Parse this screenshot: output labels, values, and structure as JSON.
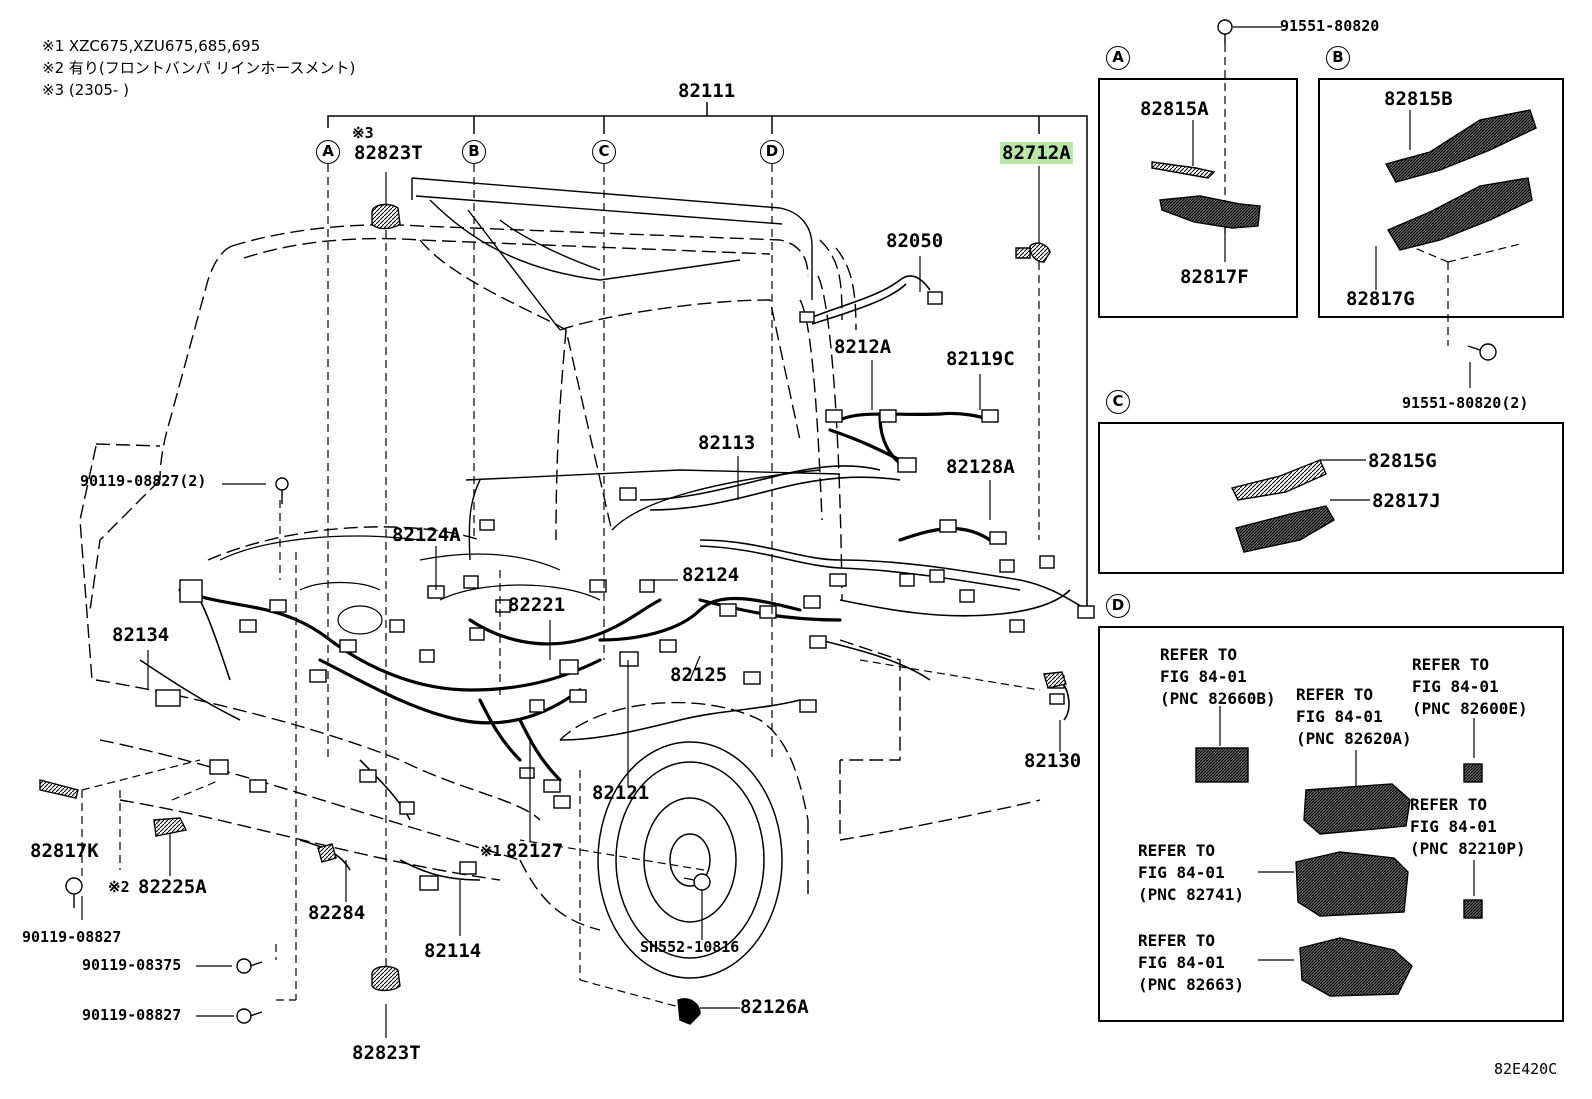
{
  "notes": [
    "※1 XZC675,XZU675,685,695",
    "※2 有り(フロントバンパ リインホースメント)",
    "※3 (2305-    )"
  ],
  "section_markers": [
    "A",
    "B",
    "C",
    "D"
  ],
  "main_assembly": "82111",
  "highlight_color": "#b9e8a6",
  "parts": {
    "p82823T_top": "82823T",
    "p82823T_bottom": "82823T",
    "p82712A": "82712A",
    "p82050": "82050",
    "p8212A": "8212A",
    "p82119C": "82119C",
    "p82113": "82113",
    "p82128A": "82128A",
    "p82124A": "82124A",
    "p82124": "82124",
    "p82221": "82221",
    "p82125": "82125",
    "p82134": "82134",
    "p82130": "82130",
    "p82121": "82121",
    "p82127": "82127",
    "p82817K": "82817K",
    "p82225A": "82225A",
    "p82284": "82284",
    "p82114": "82114",
    "p82126A": "82126A",
    "pSH552": "SH552-10816",
    "p90119_08827_2": "90119-08827(2)",
    "p90119_08827_a": "90119-08827",
    "p90119_08375": "90119-08375",
    "p90119_08827_b": "90119-08827",
    "p91551_80820": "91551-80820",
    "p91551_80820_2": "91551-80820(2)",
    "p82815A": "82815A",
    "p82817F": "82817F",
    "p82815B": "82815B",
    "p82817G": "82817G",
    "p82815G": "82815G",
    "p82817J": "82817J"
  },
  "note_marks": {
    "m3": "※3",
    "m1": "※1",
    "m2": "※2"
  },
  "refers": {
    "r1": "REFER TO\nFIG 84-01\n(PNC 82660B)",
    "r2": "REFER TO\nFIG 84-01\n(PNC 82620A)",
    "r3": "REFER TO\nFIG 84-01\n(PNC 82600E)",
    "r4": "REFER TO\nFIG 84-01\n(PNC 82210P)",
    "r5": "REFER TO\nFIG 84-01\n(PNC 82741)",
    "r6": "REFER TO\nFIG 84-01\n(PNC 82663)"
  },
  "figure_code": "82E420C"
}
